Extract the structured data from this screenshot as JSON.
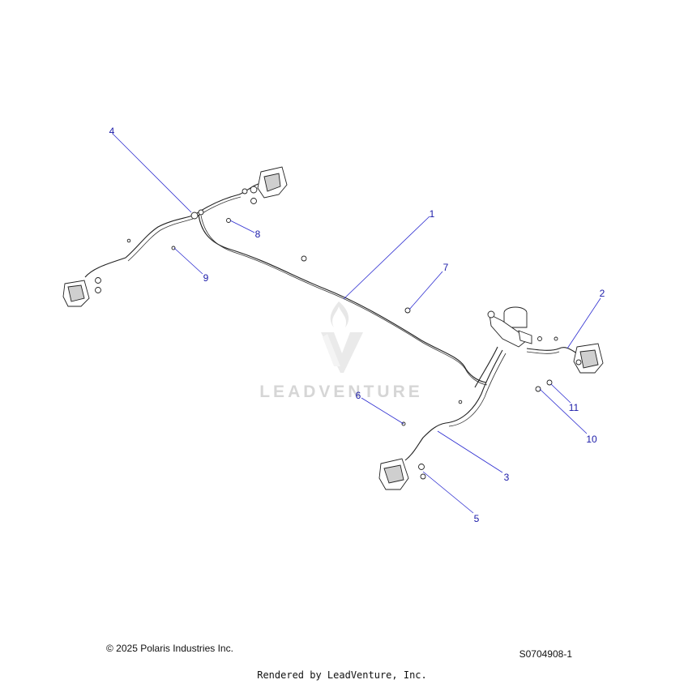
{
  "watermark": {
    "brand": "LEADVENTURE",
    "color": "#d6d6d6"
  },
  "callouts": [
    {
      "number": "1"
    },
    {
      "number": "2"
    },
    {
      "number": "3"
    },
    {
      "number": "4"
    },
    {
      "number": "5"
    },
    {
      "number": "6"
    },
    {
      "number": "7"
    },
    {
      "number": "8"
    },
    {
      "number": "9"
    },
    {
      "number": "10"
    },
    {
      "number": "11"
    }
  ],
  "footer": {
    "copyright": "© 2025 Polaris Industries Inc.",
    "diagram_id": "S0704908-1",
    "rendered_by": "Rendered by LeadVenture, Inc."
  },
  "colors": {
    "callout": "#1a1aa8",
    "leader_line": "#2a2ad0",
    "line_art": "#222222"
  }
}
